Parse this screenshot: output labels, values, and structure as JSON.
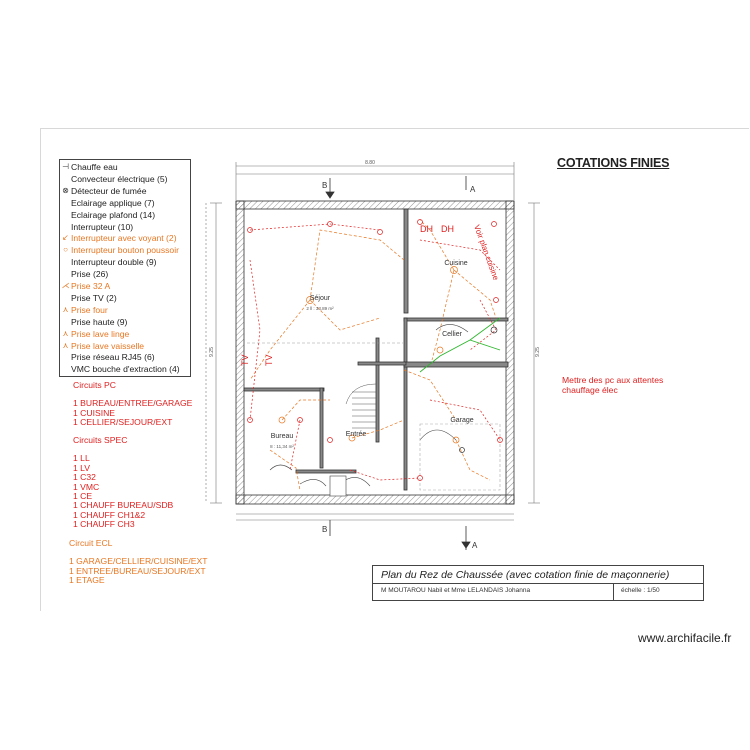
{
  "title": "COTATIONS FINIES",
  "legend": [
    {
      "sym": "⊣",
      "label": "Chauffe eau"
    },
    {
      "sym": "",
      "label": "Convecteur électrique (5)"
    },
    {
      "sym": "⊗",
      "label": "Détecteur de fumée"
    },
    {
      "sym": "",
      "label": "Eclairage applique (7)"
    },
    {
      "sym": "",
      "label": "Eclairage plafond (14)"
    },
    {
      "sym": "",
      "label": "Interrupteur (10)"
    },
    {
      "sym": "↙",
      "label": "Interrupteur avec voyant (2)"
    },
    {
      "sym": "○",
      "label": "Interrupteur bouton poussoir"
    },
    {
      "sym": "",
      "label": "Interrupteur double (9)"
    },
    {
      "sym": "",
      "label": "Prise (26)"
    },
    {
      "sym": "⋌",
      "label": "Prise 32 A"
    },
    {
      "sym": "",
      "label": "Prise TV (2)"
    },
    {
      "sym": "⋏",
      "label": "Prise four"
    },
    {
      "sym": "",
      "label": "Prise haute (9)"
    },
    {
      "sym": "⋏",
      "label": "Prise lave linge"
    },
    {
      "sym": "⋏",
      "label": "Prise lave vaisselle"
    },
    {
      "sym": "",
      "label": "Prise réseau RJ45 (6)"
    },
    {
      "sym": "",
      "label": "VMC bouche d'extraction (4)"
    }
  ],
  "circuits_pc": {
    "heading": "Circuits PC",
    "items": [
      "1 BUREAU/ENTREE/GARAGE",
      "1 CUISINE",
      "1 CELLIER/SEJOUR/EXT"
    ]
  },
  "circuits_spec": {
    "heading": "Circuits SPEC",
    "items": [
      "1 LL",
      "1 LV",
      "1 C32",
      "1 VMC",
      "1 CE",
      "1 CHAUFF BUREAU/SDB",
      "1 CHAUFF CH1&2",
      "1 CHAUFF CH3"
    ]
  },
  "circuit_ecl": {
    "heading": "Circuit ECL",
    "items": [
      "1 GARAGE/CELLIER/CUISINE/EXT",
      "1 ENTREE/BUREAU/SEJOUR/EXT",
      "1 ETAGE"
    ]
  },
  "side_note": [
    "Mettre des pc aux attentes",
    "chauffage élec"
  ],
  "rooms": {
    "sejour": "Séjour",
    "cuisine": "Cuisine",
    "cellier": "Cellier",
    "garage": "Garage",
    "bureau": "Bureau",
    "entree": "Entrée",
    "sejour_area": "2 ll : 33,89 m²",
    "bureau_area": "8 : 11,34 m²"
  },
  "plan_labels": {
    "tv": "TV",
    "dh": "DH",
    "cuisine_note": "Voir plan cuisine",
    "section_b": "B",
    "section_a": "A",
    "dim_top": "8.80",
    "dim_left": "9.25",
    "dim_right": "9.25"
  },
  "cartouche": {
    "plan_title": "Plan du Rez de Chaussée (avec cotation finie de maçonnerie)",
    "client": "M MOUTAROU Nabil et Mme LELANDAIS Johanna",
    "scale": "échelle : 1/50"
  },
  "watermark": "www.archifacile.fr",
  "colors": {
    "walls": "#4a4a4a",
    "electric_red": "#e02020",
    "electric_orange": "#e87722",
    "plumbing_green": "#2db52d"
  }
}
